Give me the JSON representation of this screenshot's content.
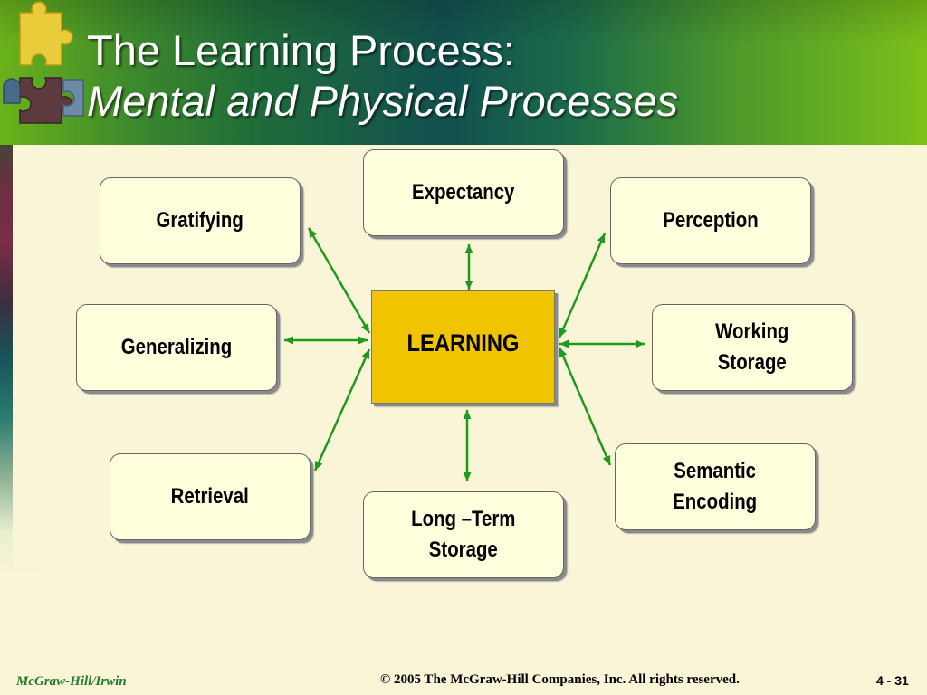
{
  "header": {
    "title_line1": "The Learning Process:",
    "title_line2": "Mental and Physical Processes"
  },
  "diagram": {
    "center": {
      "label": "LEARNING",
      "color": "#f1c400"
    },
    "nodes": [
      {
        "id": "expectancy",
        "lines": [
          "Expectancy"
        ]
      },
      {
        "id": "gratifying",
        "lines": [
          "Gratifying"
        ]
      },
      {
        "id": "perception",
        "lines": [
          "Perception"
        ]
      },
      {
        "id": "generalizing",
        "lines": [
          "Generalizing"
        ]
      },
      {
        "id": "working-storage",
        "lines": [
          "Working",
          "Storage"
        ]
      },
      {
        "id": "retrieval",
        "lines": [
          "Retrieval"
        ]
      },
      {
        "id": "long-term-storage",
        "lines": [
          "Long –Term",
          "Storage"
        ]
      },
      {
        "id": "semantic-encoding",
        "lines": [
          "Semantic",
          "Encoding"
        ]
      }
    ],
    "edges": [
      {
        "from": "learning",
        "to": "expectancy",
        "type": "bidirectional"
      },
      {
        "from": "learning",
        "to": "gratifying",
        "type": "bidirectional"
      },
      {
        "from": "learning",
        "to": "perception",
        "type": "bidirectional"
      },
      {
        "from": "learning",
        "to": "generalizing",
        "type": "bidirectional"
      },
      {
        "from": "learning",
        "to": "working-storage",
        "type": "bidirectional"
      },
      {
        "from": "learning",
        "to": "retrieval",
        "type": "bidirectional"
      },
      {
        "from": "learning",
        "to": "long-term-storage",
        "type": "bidirectional"
      },
      {
        "from": "learning",
        "to": "semantic-encoding",
        "type": "bidirectional"
      }
    ],
    "arrow_color": "#1e9a1e",
    "node_fill": "#ffffdd"
  },
  "footer": {
    "publisher": "McGraw-Hill/Irwin",
    "copyright": "© 2005 The McGraw-Hill Companies, Inc. All rights reserved.",
    "page_number": "4 - 31"
  },
  "icons": {
    "logo": "puzzle-pieces-icon"
  }
}
